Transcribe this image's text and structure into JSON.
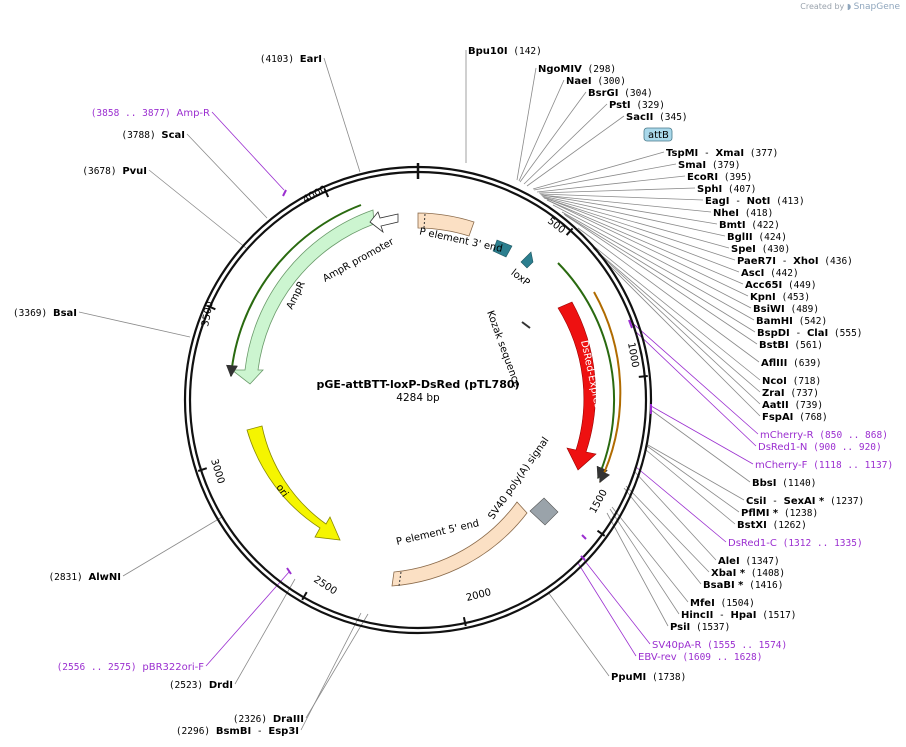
{
  "credit": {
    "prefix": "Created by",
    "brand": "SnapGene"
  },
  "plasmid": {
    "name": "pGE-attBTT-loxP-DsRed (pTL780)",
    "size_label": "4284 bp",
    "length": 4284
  },
  "ticks": [
    "500",
    "1000",
    "1500",
    "2000",
    "2500",
    "3000",
    "3500",
    "4000"
  ],
  "features": {
    "p3": "P element 3' end",
    "loxp": "loxP",
    "kozak": "Kozak sequence",
    "dsred": "DsRed-Express",
    "sv40": "SV40 poly(A) signal",
    "p5": "P element 5' end",
    "ori": "ori",
    "ampr": "AmpR",
    "amprp": "AmpR promoter",
    "attb": "attB"
  },
  "colors": {
    "backbone": "#111111",
    "ampr": "#ccf5d0",
    "amprp": "#ffffff",
    "ori": "#f5f500",
    "dsred": "#ee1111",
    "sv40": "#9aa3aa",
    "pelement": "#fbe0c4",
    "loxp": "#2c7f8f",
    "primer": "#9b2fd0",
    "attb": "#a9d8ea"
  },
  "labels": [
    {
      "id": "bpu10i",
      "name": "Bpu10I",
      "pos": "(142)"
    },
    {
      "id": "ngomiv",
      "name": "NgoMIV",
      "pos": "(298)"
    },
    {
      "id": "naei",
      "name": "NaeI",
      "pos": "(300)"
    },
    {
      "id": "bsrgi",
      "name": "BsrGI",
      "pos": "(304)"
    },
    {
      "id": "psti",
      "name": "PstI",
      "pos": "(329)"
    },
    {
      "id": "sacii",
      "name": "SacII",
      "pos": "(345)"
    },
    {
      "id": "tspmi",
      "name": "TspMI",
      "name2": "XmaI",
      "pos": "(377)"
    },
    {
      "id": "smai",
      "name": "SmaI",
      "pos": "(379)"
    },
    {
      "id": "ecori",
      "name": "EcoRI",
      "pos": "(395)"
    },
    {
      "id": "sphi",
      "name": "SphI",
      "pos": "(407)"
    },
    {
      "id": "eagi",
      "name": "EagI",
      "name2": "NotI",
      "pos": "(413)"
    },
    {
      "id": "nhei",
      "name": "NheI",
      "pos": "(418)"
    },
    {
      "id": "bmti",
      "name": "BmtI",
      "pos": "(422)"
    },
    {
      "id": "bglii",
      "name": "BglII",
      "pos": "(424)"
    },
    {
      "id": "spei",
      "name": "SpeI",
      "pos": "(430)"
    },
    {
      "id": "paer7i",
      "name": "PaeR7I",
      "name2": "XhoI",
      "pos": "(436)"
    },
    {
      "id": "asci",
      "name": "AscI",
      "pos": "(442)"
    },
    {
      "id": "acc65i",
      "name": "Acc65I",
      "pos": "(449)"
    },
    {
      "id": "kpni",
      "name": "KpnI",
      "pos": "(453)"
    },
    {
      "id": "bsiwi",
      "name": "BsiWI",
      "pos": "(489)"
    },
    {
      "id": "bamhi",
      "name": "BamHI",
      "pos": "(542)"
    },
    {
      "id": "bspdi",
      "name": "BspDI",
      "name2": "ClaI",
      "pos": "(555)"
    },
    {
      "id": "bstbi",
      "name": "BstBI",
      "pos": "(561)"
    },
    {
      "id": "aflii",
      "name": "AflIII",
      "pos": "(639)"
    },
    {
      "id": "ncoi",
      "name": "NcoI",
      "pos": "(718)"
    },
    {
      "id": "zrai",
      "name": "ZraI",
      "pos": "(737)"
    },
    {
      "id": "aatii",
      "name": "AatII",
      "pos": "(739)"
    },
    {
      "id": "fspai",
      "name": "FspAI",
      "pos": "(768)"
    },
    {
      "id": "mcherryr",
      "name": "mCherry-R",
      "pos": "(850 .. 868)",
      "primer": true
    },
    {
      "id": "dsred1n",
      "name": "DsRed1-N",
      "pos": "(900 .. 920)",
      "primer": true
    },
    {
      "id": "mcherryf",
      "name": "mCherry-F",
      "pos": "(1118 .. 1137)",
      "primer": true
    },
    {
      "id": "bbsi",
      "name": "BbsI",
      "pos": "(1140)"
    },
    {
      "id": "csii",
      "name": "CsiI",
      "name2": "SexAI *",
      "pos": "(1237)"
    },
    {
      "id": "pflmi",
      "name": "PflMI *",
      "pos": "(1238)"
    },
    {
      "id": "bstxi",
      "name": "BstXI",
      "pos": "(1262)"
    },
    {
      "id": "dsred1c",
      "name": "DsRed1-C",
      "pos": "(1312 .. 1335)",
      "primer": true
    },
    {
      "id": "alei",
      "name": "AleI",
      "pos": "(1347)"
    },
    {
      "id": "xbai",
      "name": "XbaI *",
      "pos": "(1408)"
    },
    {
      "id": "bsabi",
      "name": "BsaBI *",
      "pos": "(1416)"
    },
    {
      "id": "mfei",
      "name": "MfeI",
      "pos": "(1504)"
    },
    {
      "id": "hincii",
      "name": "HincII",
      "name2": "HpaI",
      "pos": "(1517)"
    },
    {
      "id": "psii",
      "name": "PsiI",
      "pos": "(1537)"
    },
    {
      "id": "sv40par",
      "name": "SV40pA-R",
      "pos": "(1555 .. 1574)",
      "primer": true
    },
    {
      "id": "ebvrev",
      "name": "EBV-rev",
      "pos": "(1609 .. 1628)",
      "primer": true
    },
    {
      "id": "ppumi",
      "name": "PpuMI",
      "pos": "(1738)"
    },
    {
      "id": "eari",
      "name": "EarI",
      "pos": "(4103)"
    },
    {
      "id": "ampr_p",
      "name": "Amp-R",
      "pos": "(3858 .. 3877)",
      "primer": true
    },
    {
      "id": "scai",
      "name": "ScaI",
      "pos": "(3788)"
    },
    {
      "id": "pvui",
      "name": "PvuI",
      "pos": "(3678)"
    },
    {
      "id": "bsai",
      "name": "BsaI",
      "pos": "(3369)"
    },
    {
      "id": "alwni",
      "name": "AlwNI",
      "pos": "(2831)"
    },
    {
      "id": "pbr322",
      "name": "pBR322ori-F",
      "pos": "(2556 .. 2575)",
      "primer": true
    },
    {
      "id": "drdi",
      "name": "DrdI",
      "pos": "(2523)"
    },
    {
      "id": "draiii",
      "name": "DraIII",
      "pos": "(2326)"
    },
    {
      "id": "bsmbi",
      "name": "BsmBI",
      "name2": "Esp3I",
      "pos": "(2296)"
    }
  ]
}
